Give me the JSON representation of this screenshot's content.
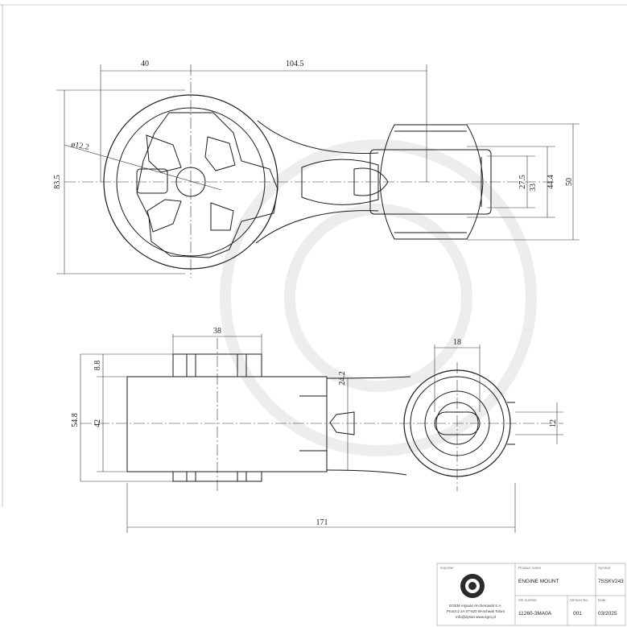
{
  "top_view": {
    "dimensions": {
      "d40": "40",
      "d104_5": "104.5",
      "dia12_2": "ø12.2",
      "d83_5": "83.5",
      "d27_5": "27.5",
      "d33": "33",
      "d44_4": "44.4",
      "d50": "50"
    }
  },
  "side_view": {
    "dimensions": {
      "d38": "38",
      "d8_8": "8.8",
      "d54_8": "54.8",
      "d42": "42",
      "d24_2": "24.2",
      "d18": "18",
      "d12": "12",
      "d171": "171"
    }
  },
  "title_block": {
    "importer_label": "Importer",
    "company_lines": [
      "EGEM Argiuan Al-chemaatit S.A.",
      "Pruszcz 2A 07-520 W-ncheak Tolom",
      "info@dysan.www.egro.pl"
    ],
    "product_label": "Product name",
    "product_value": "ENGINE MOUNT",
    "symbol_label": "Symbol",
    "symbol_value": "7SSKV243",
    "oe_label": "OE number",
    "oe_value": "11260-3MA0A",
    "version_label": "Version No.",
    "version_value": "001",
    "date_label": "Date",
    "date_value": "03/2025"
  },
  "colors": {
    "line": "#1a1a1a",
    "watermark": "#ececec"
  }
}
